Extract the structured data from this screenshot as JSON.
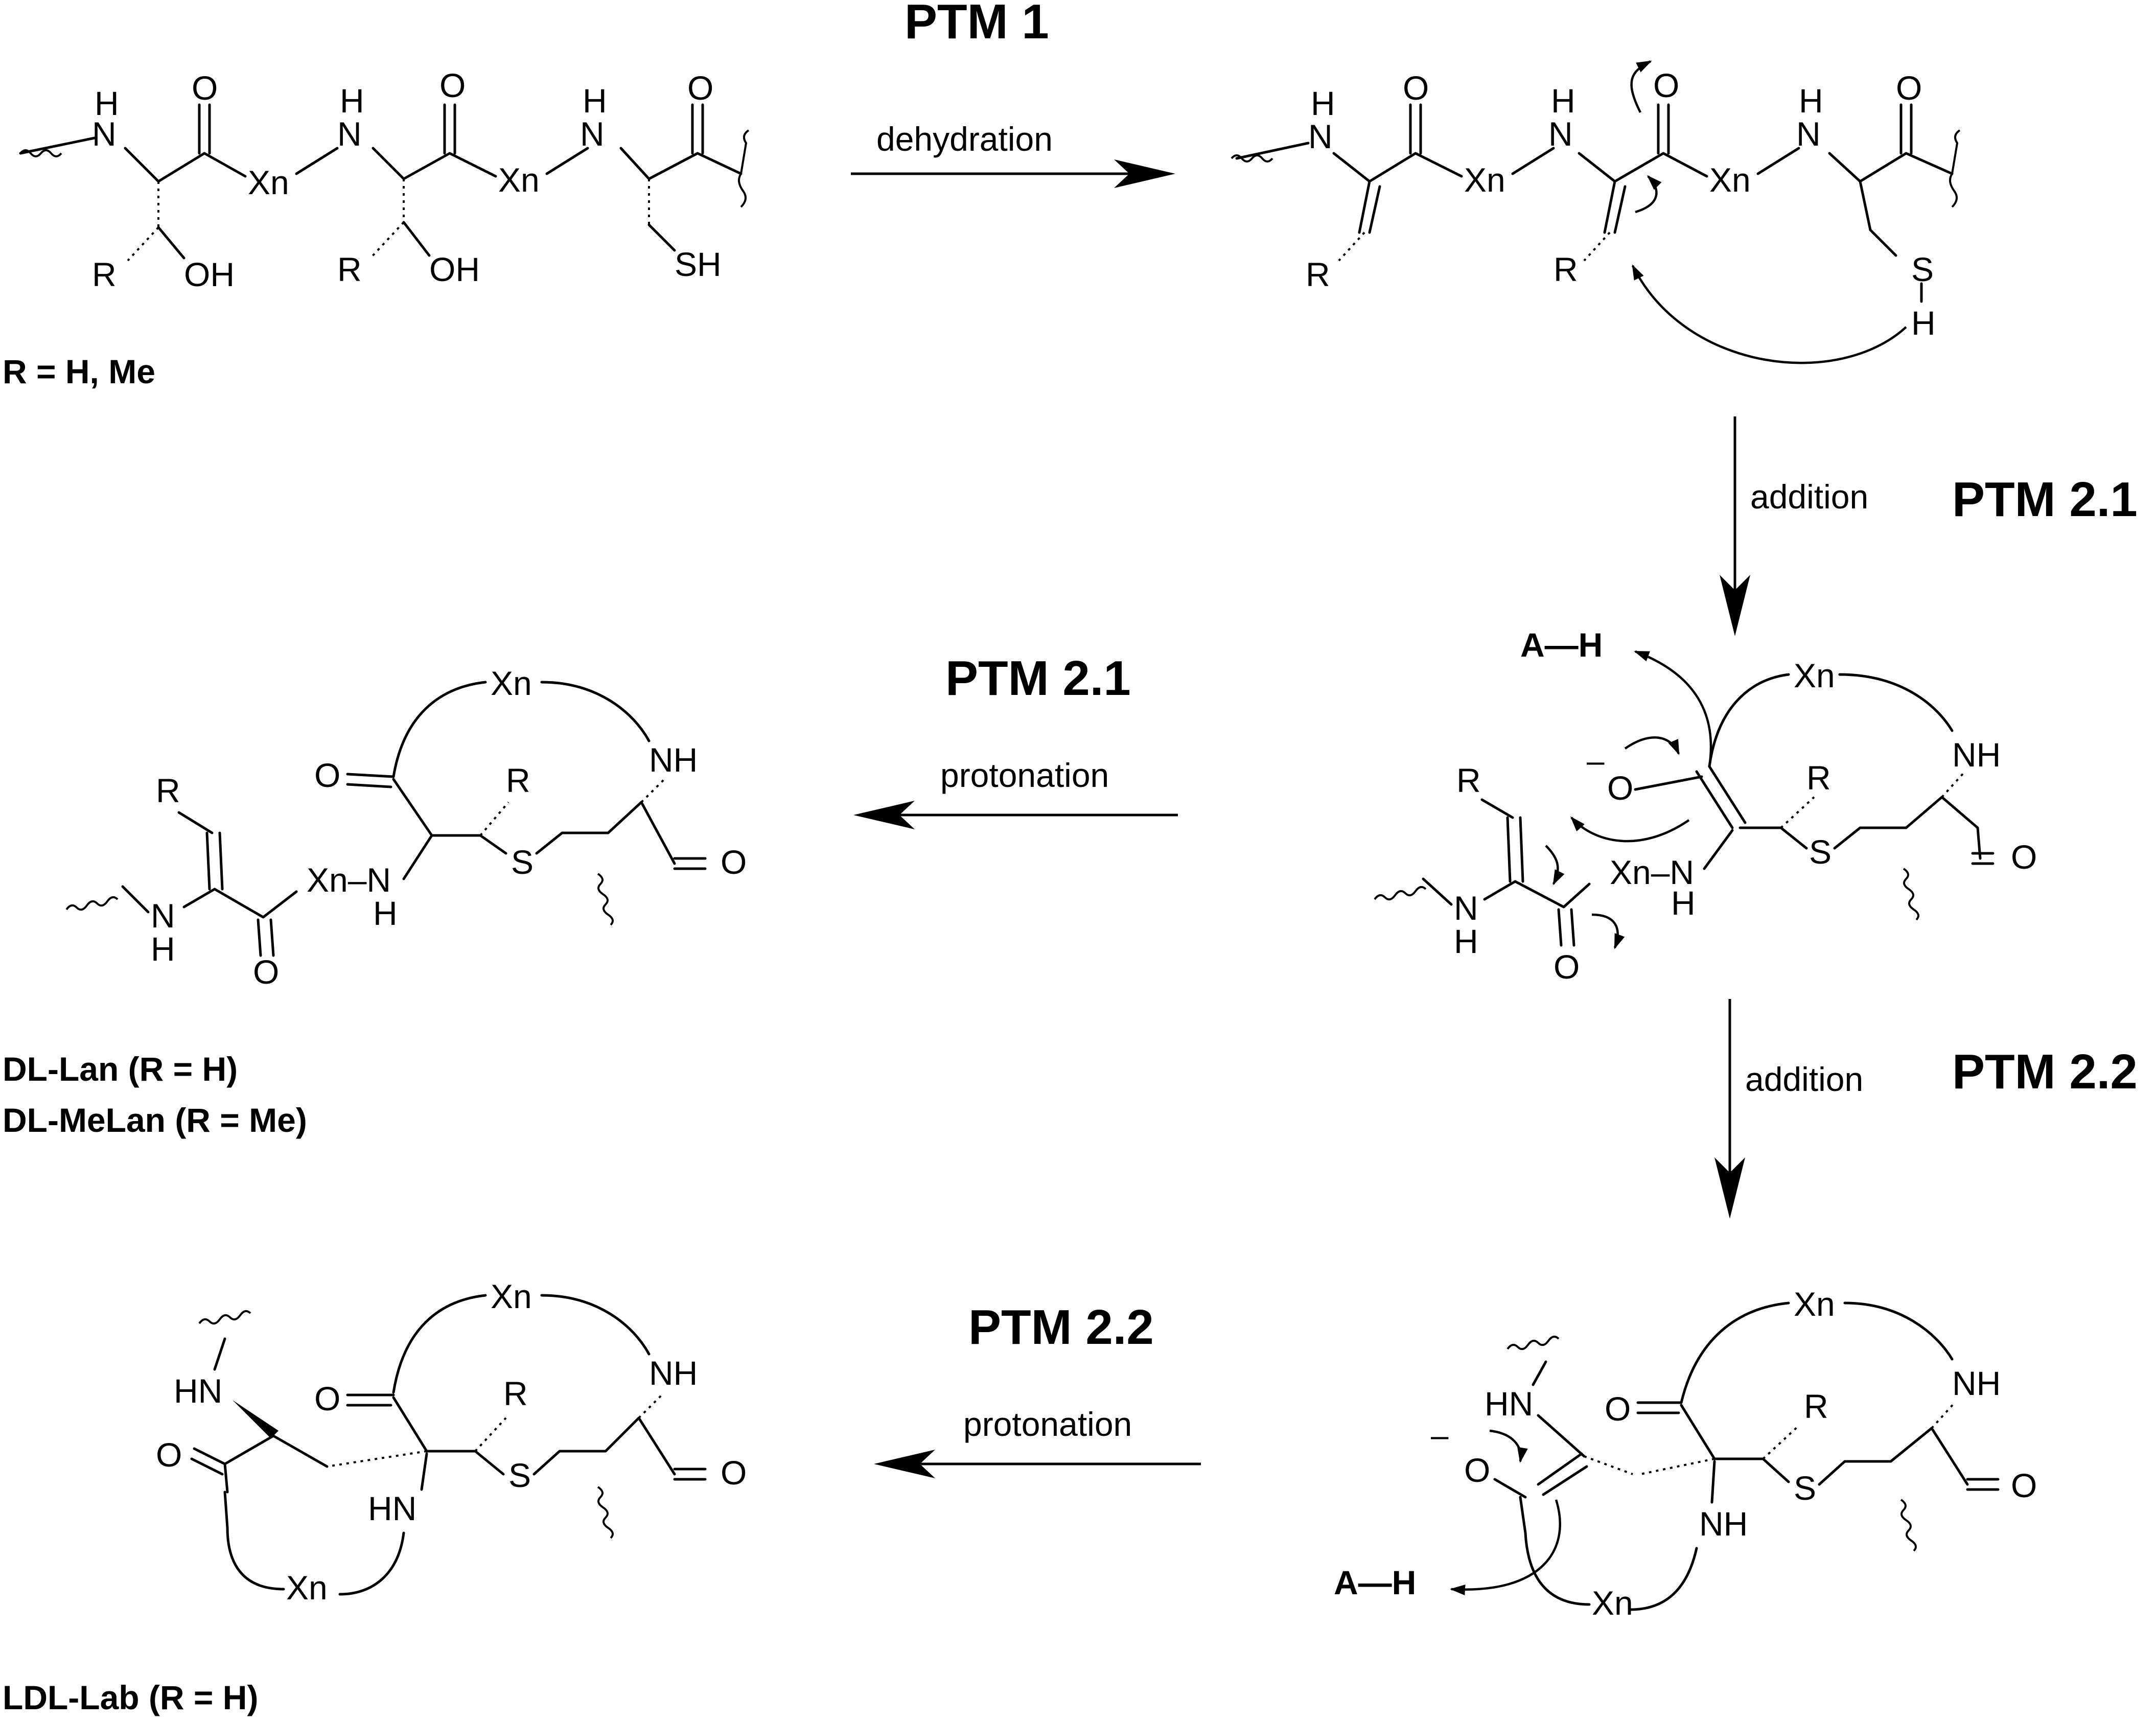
{
  "stages": {
    "ptm1": "PTM 1",
    "ptm21_right": "PTM 2.1",
    "ptm21_left": "PTM 2.1",
    "ptm22_right": "PTM 2.2",
    "ptm22_left": "PTM 2.2"
  },
  "arrows": {
    "dehydration": "dehydration",
    "addition_1": "addition",
    "addition_2": "addition",
    "protonation_1": "protonation",
    "protonation_2": "protonation"
  },
  "labels": {
    "r_def": "R = H, Me",
    "dl_lan": "DL-Lan (R = H)",
    "dl_melan": "DL-MeLan (R = Me)",
    "ldl_lab": "LDL-Lab (R = H)"
  },
  "atoms": {
    "H": "H",
    "N": "N",
    "O": "O",
    "R": "R",
    "S": "S",
    "OH": "OH",
    "SH": "SH",
    "Xn": "Xn",
    "NH": "NH",
    "HN": "HN",
    "XnNH": "Xn–N",
    "minus": "–",
    "AH": "A—H"
  },
  "icons": {
    "reaction_arrow": "filled-arrowhead",
    "electron_push": "curved-arrow",
    "chain_break": "wavy-bond"
  }
}
